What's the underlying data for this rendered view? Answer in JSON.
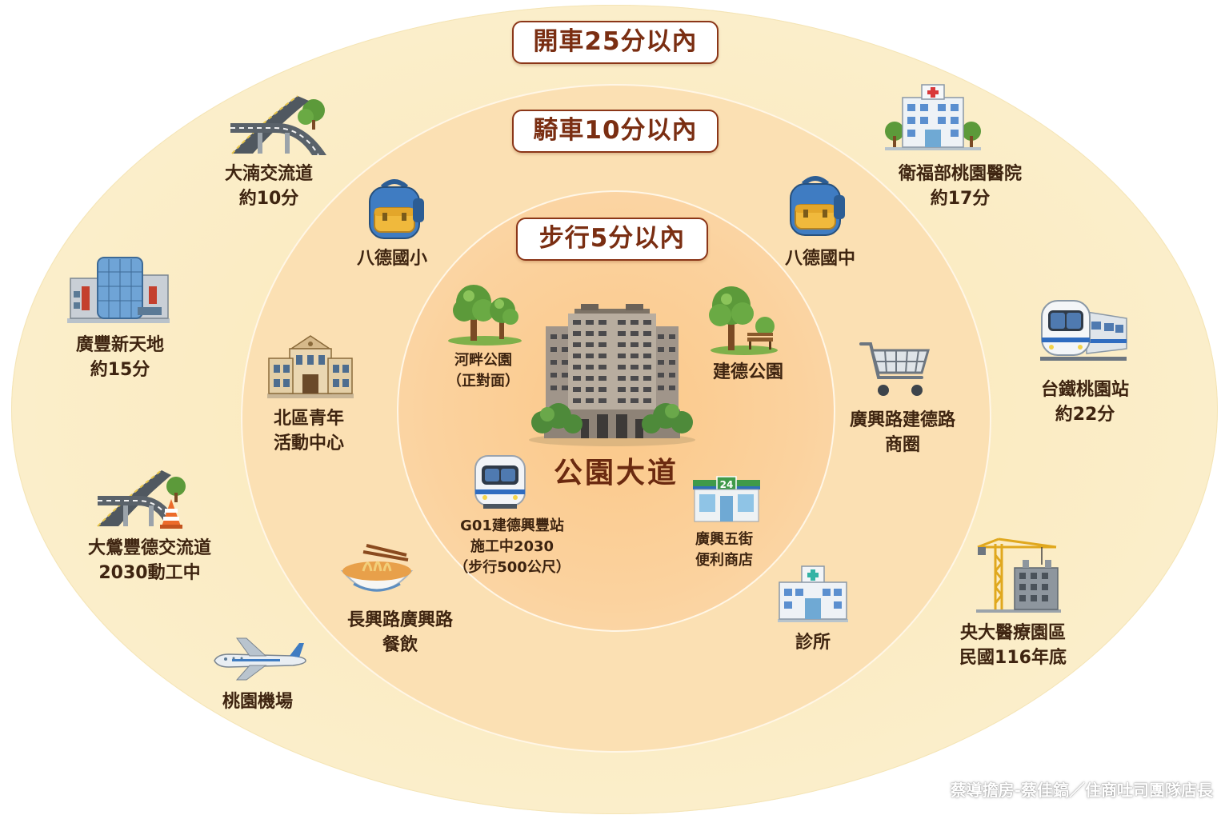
{
  "zones": {
    "drive": "開車25分以內",
    "bike": "騎車10分以內",
    "walk": "步行5分以內"
  },
  "center": {
    "name": "公園大道"
  },
  "walk_places": {
    "riverside_park": {
      "line1": "河畔公園",
      "line2": "（正對面）"
    },
    "jiande_park": {
      "line1": "建德公園"
    },
    "mrt_g01": {
      "line1": "G01建德興豐站",
      "line2": "施工中2030",
      "line3": "（步行500公尺）"
    },
    "convenience": {
      "line1": "廣興五街",
      "line2": "便利商店"
    },
    "store_sign": "24"
  },
  "bike_places": {
    "bade_elementary": {
      "line1": "八德國小"
    },
    "bade_junior": {
      "line1": "八德國中"
    },
    "youth_center": {
      "line1": "北區青年",
      "line2": "活動中心"
    },
    "shopping": {
      "line1": "廣興路建德路",
      "line2": "商圈"
    },
    "dining": {
      "line1": "長興路廣興路",
      "line2": "餐飲"
    },
    "clinic": {
      "line1": "診所"
    }
  },
  "drive_places": {
    "dadi_interchange": {
      "line1": "大湳交流道",
      "line2": "約10分"
    },
    "hospital": {
      "line1": "衛福部桃園醫院",
      "line2": "約17分"
    },
    "mall": {
      "line1": "廣豐新天地",
      "line2": "約15分"
    },
    "train_station": {
      "line1": "台鐵桃園站",
      "line2": "約22分"
    },
    "interchange_2030": {
      "line1": "大鶯豐德交流道",
      "line2": "2030動工中"
    },
    "medical_zone": {
      "line1": "央大醫療園區",
      "line2": "民國116年底"
    },
    "airport": {
      "line1": "桃園機場"
    }
  },
  "credit": "蔡導擔房-蔡佳鎬／住商吐司團隊店長",
  "colors": {
    "outer_ring": "#fbeeca",
    "middle_ring": "#fbe0b3",
    "inner_ring": "#fbc889",
    "label_border": "#8b3618",
    "label_text": "#7a2e12"
  }
}
